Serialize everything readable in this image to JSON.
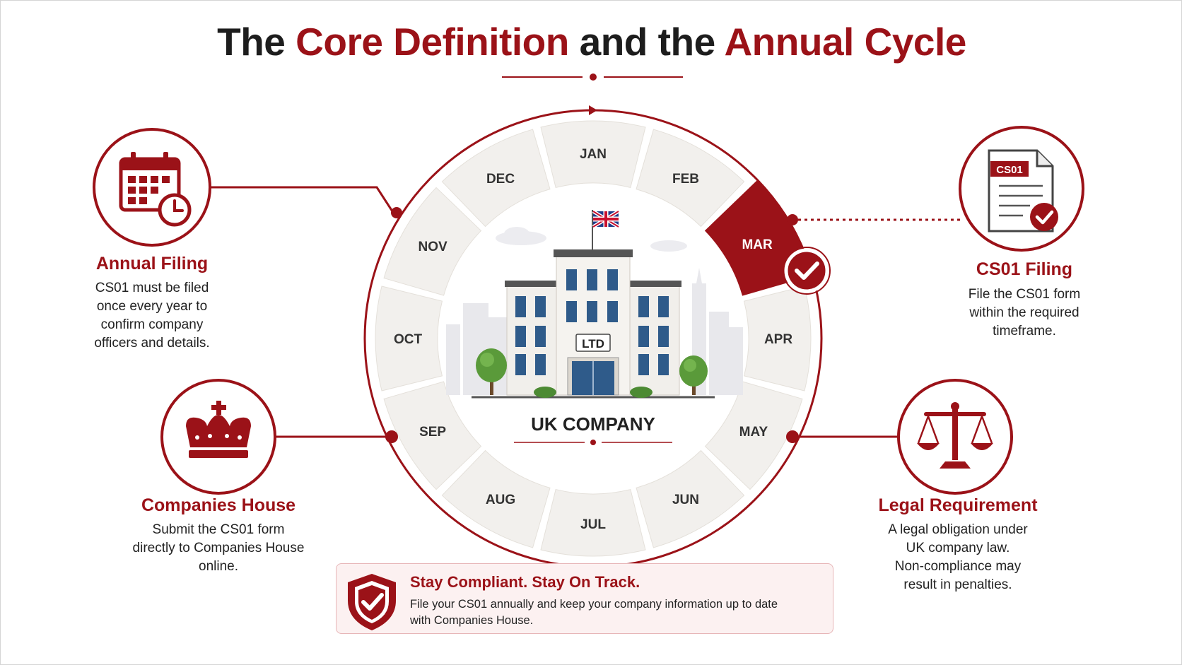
{
  "title": {
    "part1": "The ",
    "part2": "Core Definition",
    "part3": " and the ",
    "part4": "Annual Cycle"
  },
  "months": [
    "JAN",
    "FEB",
    "MAR",
    "APR",
    "MAY",
    "JUN",
    "JUL",
    "AUG",
    "SEP",
    "OCT",
    "NOV",
    "DEC"
  ],
  "active_month": "MAR",
  "center": {
    "building_sign": "LTD",
    "label": "UK COMPANY"
  },
  "features": {
    "annual_filing": {
      "icon": "calendar-clock-icon",
      "title": "Annual Filing",
      "lines": [
        "CS01 must be filed",
        "once every year to",
        "confirm company",
        "officers and details."
      ]
    },
    "companies_house": {
      "icon": "crown-icon",
      "title": "Companies House",
      "lines": [
        "Submit the CS01 form",
        "directly to Companies House",
        "online."
      ]
    },
    "cs01_filing": {
      "icon": "document-check-icon",
      "doc_label": "CS01",
      "title": "CS01 Filing",
      "lines": [
        "File the CS01 form",
        "within the required",
        "timeframe."
      ]
    },
    "legal_requirement": {
      "icon": "scales-icon",
      "title": "Legal Requirement",
      "lines": [
        "A legal obligation under",
        "UK company law.",
        "Non-compliance may",
        "result in penalties."
      ]
    }
  },
  "banner": {
    "icon": "shield-check-icon",
    "title": "Stay Compliant. Stay On Track.",
    "lines": [
      "File your CS01 annually and keep your company information up to date",
      "with Companies House."
    ]
  },
  "colors": {
    "accent": "#9b1218",
    "segment": "#f2f0ed",
    "text": "#222222"
  }
}
